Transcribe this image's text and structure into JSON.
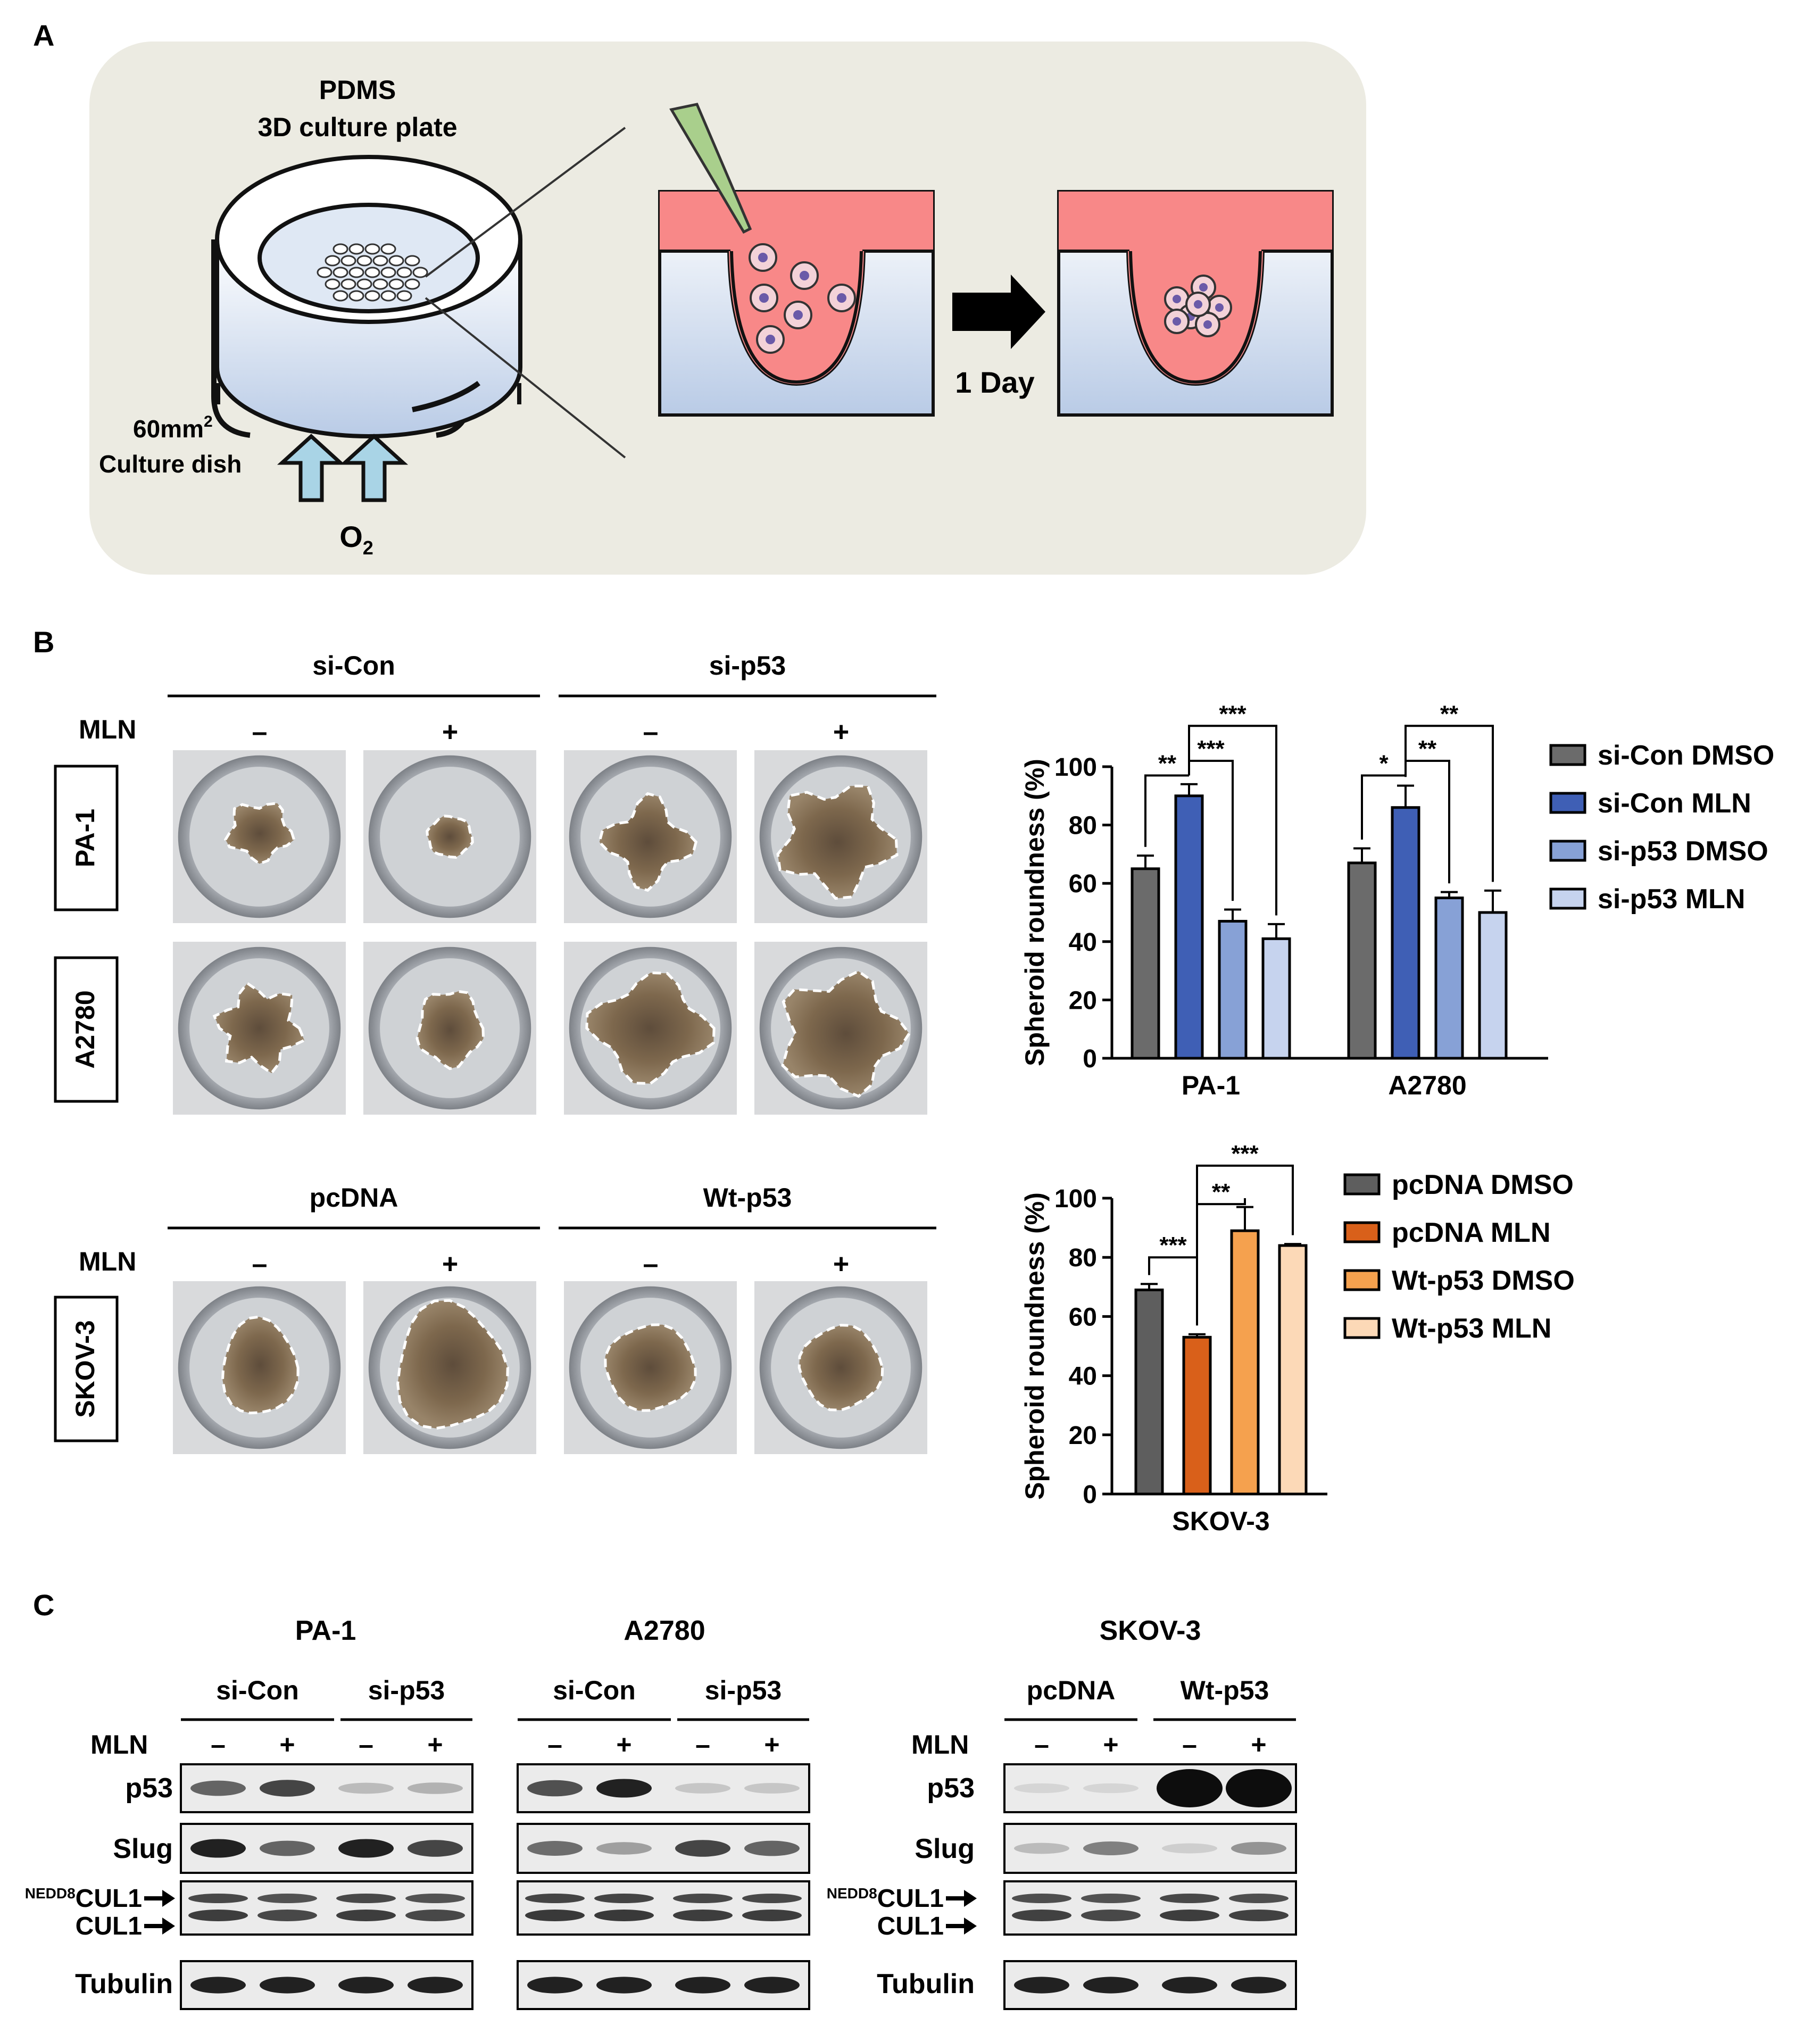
{
  "panel_labels": {
    "a": "A",
    "b": "B",
    "c": "C"
  },
  "panel_a": {
    "plate_title_line1": "PDMS",
    "plate_title_line2": "3D culture plate",
    "dish_label_line1": "60mm",
    "dish_label_sup": "2",
    "dish_label_line2": "Culture dish",
    "oxygen": "O",
    "oxygen_sub": "2",
    "time_label": "1 Day"
  },
  "panel_b": {
    "mln_label": "MLN",
    "top_groups": [
      "si-Con",
      "si-p53"
    ],
    "bottom_groups": [
      "pcDNA",
      "Wt-p53"
    ],
    "treatments": [
      "–",
      "+",
      "–",
      "+"
    ],
    "cell_lines_top": [
      "PA-1",
      "A2780"
    ],
    "cell_lines_bottom": [
      "SKOV-3"
    ]
  },
  "chart_data": [
    {
      "type": "bar",
      "categories": [
        "PA-1",
        "A2780"
      ],
      "ylabel": "Spheroid roundness (%)",
      "ylim": [
        0,
        100
      ],
      "yticks": [
        0,
        20,
        40,
        60,
        80,
        100
      ],
      "legend_position": "right",
      "series": [
        {
          "name": "si-Con DMSO",
          "color": "#6b6b6b",
          "values": [
            65,
            67
          ],
          "errors": [
            4.5,
            5
          ]
        },
        {
          "name": "si-Con MLN",
          "color": "#3f5fb5",
          "values": [
            90,
            86
          ],
          "errors": [
            4,
            7.5
          ]
        },
        {
          "name": "si-p53 DMSO",
          "color": "#87a1d6",
          "values": [
            47,
            55
          ],
          "errors": [
            4,
            2
          ]
        },
        {
          "name": "si-p53 MLN",
          "color": "#c6d3ee",
          "values": [
            41,
            50
          ],
          "errors": [
            5,
            7.5
          ]
        }
      ],
      "significance": [
        {
          "group": 0,
          "from": 0,
          "to": 1,
          "label": "**",
          "y": 97
        },
        {
          "group": 0,
          "from": 1,
          "to": 2,
          "label": "***",
          "y": 102
        },
        {
          "group": 0,
          "from": 1,
          "to": 3,
          "label": "***",
          "y": 114
        },
        {
          "group": 1,
          "from": 0,
          "to": 1,
          "label": "*",
          "y": 97
        },
        {
          "group": 1,
          "from": 1,
          "to": 2,
          "label": "**",
          "y": 102
        },
        {
          "group": 1,
          "from": 1,
          "to": 3,
          "label": "**",
          "y": 114
        }
      ]
    },
    {
      "type": "bar",
      "categories": [
        "SKOV-3"
      ],
      "ylabel": "Spheroid roundness (%)",
      "ylim": [
        0,
        100
      ],
      "yticks": [
        0,
        20,
        40,
        60,
        80,
        100
      ],
      "legend_position": "right",
      "series": [
        {
          "name": "pcDNA DMSO",
          "color": "#5e5e5e",
          "values": [
            69
          ],
          "errors": [
            2
          ]
        },
        {
          "name": "pcDNA MLN",
          "color": "#d9601a",
          "values": [
            53
          ],
          "errors": [
            1
          ]
        },
        {
          "name": "Wt-p53 DMSO",
          "color": "#f5a14e",
          "values": [
            89
          ],
          "errors": [
            8
          ]
        },
        {
          "name": "Wt-p53 MLN",
          "color": "#fcd9b7",
          "values": [
            84
          ],
          "errors": [
            0.5
          ]
        }
      ],
      "significance": [
        {
          "group": 0,
          "from": 0,
          "to": 1,
          "label": "***",
          "y": 80
        },
        {
          "group": 0,
          "from": 1,
          "to": 2,
          "label": "**",
          "y": 98
        },
        {
          "group": 0,
          "from": 1,
          "to": 3,
          "label": "***",
          "y": 111
        }
      ]
    }
  ],
  "panel_c": {
    "mln_label": "MLN",
    "treatments": [
      "–",
      "+",
      "–",
      "+"
    ],
    "blocks": [
      {
        "cell_line": "PA-1",
        "groups": [
          "si-Con",
          "si-p53"
        ]
      },
      {
        "cell_line": "A2780",
        "groups": [
          "si-Con",
          "si-p53"
        ]
      },
      {
        "cell_line": "SKOV-3",
        "groups": [
          "pcDNA",
          "Wt-p53"
        ]
      }
    ],
    "blot_labels": {
      "p53": "p53",
      "slug": "Slug",
      "nedd8": "NEDD8",
      "cul1": "CUL1",
      "tubulin": "Tubulin"
    }
  }
}
